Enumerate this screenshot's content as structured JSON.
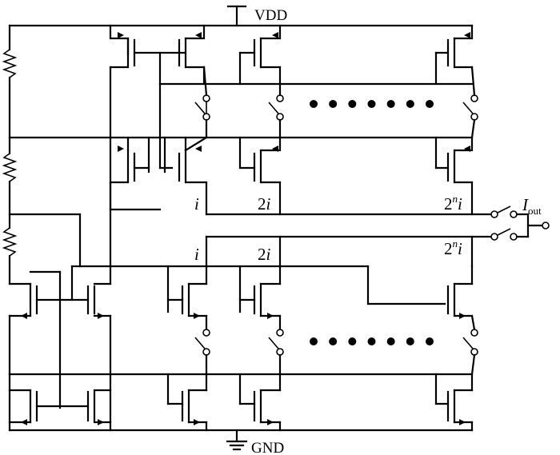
{
  "rails": {
    "vdd": "VDD",
    "gnd": "GND"
  },
  "output": {
    "symbol": "I",
    "subscript": "out"
  },
  "upper_labels": [
    {
      "coef": "",
      "var": "i",
      "exp": ""
    },
    {
      "coef": "2",
      "var": "i",
      "exp": ""
    },
    {
      "coef": "2",
      "var": "i",
      "exp": "n"
    }
  ],
  "lower_labels": [
    {
      "coef": "",
      "var": "i",
      "exp": ""
    },
    {
      "coef": "2",
      "var": "i",
      "exp": ""
    },
    {
      "coef": "2",
      "var": "i",
      "exp": "n"
    }
  ],
  "ellipsis_dots": 7
}
